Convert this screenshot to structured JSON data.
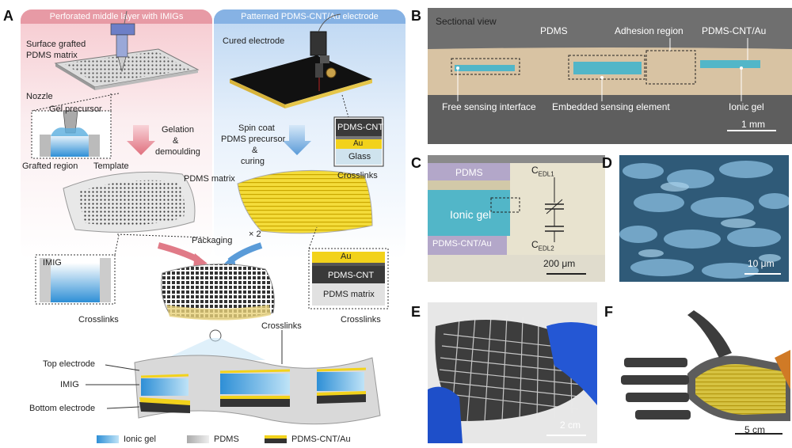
{
  "panel_a": {
    "label": "A",
    "left_header": "Perforated middle layer with IMIGs",
    "right_header": "Patterned PDMS-CNT/Au electrode",
    "surface_grafted": "Surface grafted",
    "pdms_matrix_top": "PDMS matrix",
    "nozzle": "Nozzle",
    "gel_precursor": "Gel precursor",
    "grafted_region": "Grafted region",
    "template": "Template",
    "gelation": "Gelation",
    "amp": "&",
    "demoulding": "demoulding",
    "cured_electrode": "Cured electrode",
    "spin_coat": "Spin coat",
    "pdms_precursor": "PDMS precursor",
    "amp2": "&",
    "curing": "curing",
    "stack_pdms_cnt": "PDMS-CNT",
    "stack_au": "Au",
    "stack_glass": "Glass",
    "crosslinks_1": "Crosslinks",
    "pdms_matrix_mid": "PDMS matrix",
    "imig": "IMIG",
    "crosslinks_2": "Crosslinks",
    "packaging": "Packaging",
    "times2": "× 2",
    "stack2_au": "Au",
    "stack2_pdms_cnt": "PDMS-CNT",
    "stack2_pdms_matrix": "PDMS matrix",
    "crosslinks_3": "Crosslinks",
    "crosslinks_4": "Crosslinks",
    "top_electrode": "Top electrode",
    "imig_2": "IMIG",
    "bottom_electrode": "Bottom electrode",
    "legend": [
      "Ionic gel",
      "PDMS",
      "PDMS-CNT/Au"
    ]
  },
  "panel_b": {
    "label": "B",
    "sectional_view": "Sectional view",
    "pdms": "PDMS",
    "adhesion_region": "Adhesion region",
    "pdms_cnt_au": "PDMS-CNT/Au",
    "free_sensing": "Free sensing interface",
    "embedded_sensing": "Embedded sensing element",
    "ionic_gel": "Ionic gel",
    "scale": "1 mm"
  },
  "panel_c": {
    "label": "C",
    "pdms": "PDMS",
    "ionic_gel": "Ionic gel",
    "pdms_cnt_au": "PDMS-CNT/Au",
    "cedl1_main": "C",
    "cedl1_sub": "EDL1",
    "cedl2_main": "C",
    "cedl2_sub": "EDL2",
    "scale": "200 μm"
  },
  "panel_d": {
    "label": "D",
    "scale": "10 μm"
  },
  "panel_e": {
    "label": "E",
    "scale": "2 cm"
  },
  "panel_f": {
    "label": "F",
    "scale": "5 cm"
  },
  "colors": {
    "ionic_gel": "#5aaedf",
    "pdms": "#d9d9d9",
    "au": "#f2d21b",
    "pdms_cnt": "#3a3a3a",
    "left_header": "#e8a0a8",
    "right_header": "#8fb8e6"
  }
}
